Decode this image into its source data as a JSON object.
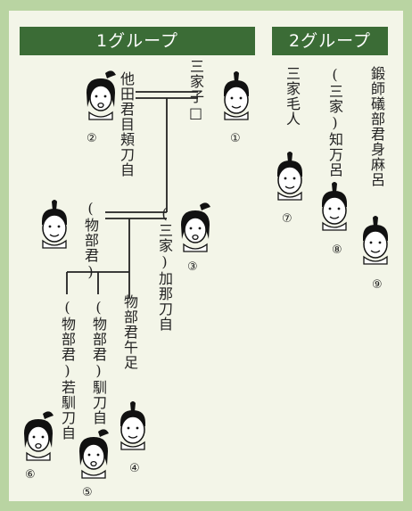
{
  "groups": [
    {
      "label": "1グループ"
    },
    {
      "label": "2グループ"
    }
  ],
  "people": [
    {
      "id": 1,
      "marker": "①",
      "name": "三家子□"
    },
    {
      "id": 2,
      "marker": "②",
      "name": "他田君目頬刀自"
    },
    {
      "id": 3,
      "marker": "③",
      "name": "(三家)加那刀自"
    },
    {
      "id": 4,
      "marker": "④",
      "name": "物部君午足"
    },
    {
      "id": 5,
      "marker": "⑤",
      "name": "(物部君)馴刀自"
    },
    {
      "id": 6,
      "marker": "⑥",
      "name": "(物部君)若馴刀自"
    },
    {
      "id": 7,
      "marker": "⑦",
      "name": "三家毛人"
    },
    {
      "id": 8,
      "marker": "⑧",
      "name": "(三家)知万呂"
    },
    {
      "id": 9,
      "marker": "⑨",
      "name": "鍛師礒部君身麻呂"
    },
    {
      "id": 10,
      "marker": "",
      "name": "(物部君)"
    }
  ],
  "colors": {
    "background": "#b9d4a2",
    "panel": "#f3f5e8",
    "header": "#3b6c36",
    "header_text": "#ffffff",
    "line": "#222222"
  },
  "icons": {
    "person_male": "man-figure-icon",
    "person_female": "woman-figure-icon"
  }
}
